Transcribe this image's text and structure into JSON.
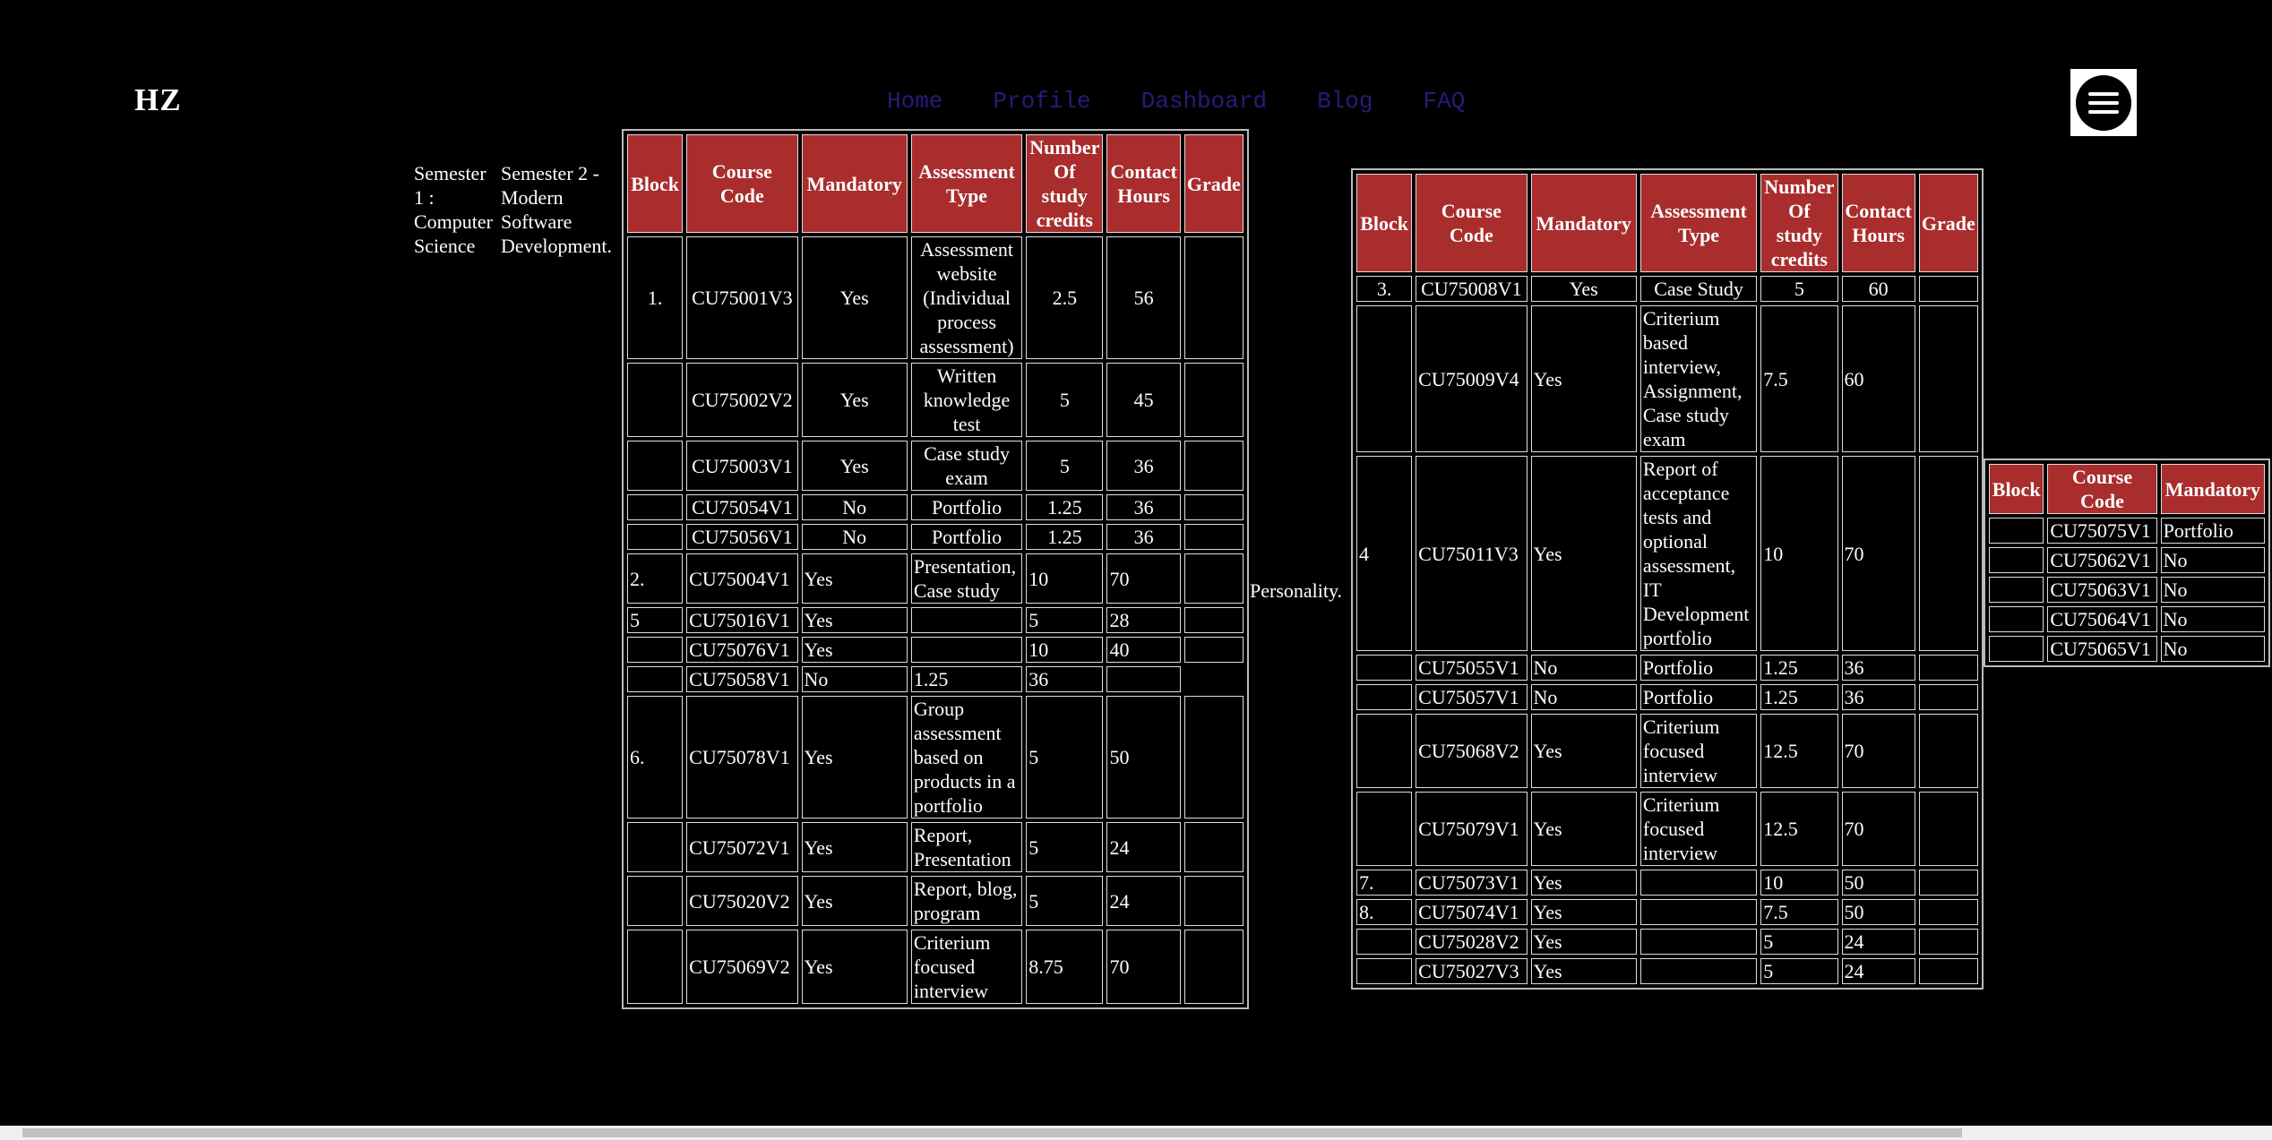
{
  "logo": "HZ",
  "nav": [
    "Home",
    "Profile",
    "Dashboard",
    "Blog",
    "FAQ"
  ],
  "semester1_label": [
    "Semester",
    "1 :",
    "Computer",
    "Science"
  ],
  "semester2_label": [
    "Semester 2 -",
    "Modern",
    "Software",
    "Development."
  ],
  "personality": "Personality.",
  "headers": [
    "Block",
    "Course Code",
    "Mandatory",
    "Assessment Type",
    "Number Of study credits",
    "Contact Hours",
    "Grade"
  ],
  "table1": [
    [
      "1.",
      "CU75001V3",
      "Yes",
      "Assessment website (Individual process assessment)",
      "2.5",
      "56",
      ""
    ],
    [
      "",
      "CU75002V2",
      "Yes",
      "Written knowledge test",
      "5",
      "45",
      ""
    ],
    [
      "",
      "CU75003V1",
      "Yes",
      "Case study exam",
      "5",
      "36",
      ""
    ],
    [
      "",
      "CU75054V1",
      "No",
      "Portfolio",
      "1.25",
      "36",
      ""
    ],
    [
      "",
      "CU75056V1",
      "No",
      "Portfolio",
      "1.25",
      "36",
      ""
    ],
    [
      "2.",
      "CU75004V1",
      "Yes",
      "Presentation, Case study",
      "10",
      "70",
      ""
    ],
    [
      "5",
      "CU75016V1",
      "Yes",
      "",
      "5",
      "28",
      ""
    ],
    [
      "",
      "CU75076V1",
      "Yes",
      "",
      "10",
      "40",
      ""
    ],
    [
      "",
      "CU75058V1",
      "No",
      "1.25",
      "36",
      ""
    ],
    [
      "6.",
      "CU75078V1",
      "Yes",
      "Group assessment based on products in a portfolio",
      "5",
      "50",
      ""
    ],
    [
      "",
      "CU75072V1",
      "Yes",
      "Report, Presentation",
      "5",
      "24",
      ""
    ],
    [
      "",
      "CU75020V2",
      "Yes",
      "Report, blog, program",
      "5",
      "24",
      ""
    ],
    [
      "",
      "CU75069V2",
      "Yes",
      "Criterium focused interview",
      "8.75",
      "70",
      ""
    ]
  ],
  "table2": [
    [
      "3.",
      "CU75008V1",
      "Yes",
      "Case Study",
      "5",
      "60",
      ""
    ],
    [
      "",
      "CU75009V4",
      "Yes",
      "Criterium based interview, Assignment, Case study exam",
      "7.5",
      "60",
      ""
    ],
    [
      "4",
      "CU75011V3",
      "Yes",
      "Report of acceptance tests and optional assessment, IT Development portfolio",
      "10",
      "70",
      ""
    ],
    [
      "",
      "CU75055V1",
      "No",
      "Portfolio",
      "1.25",
      "36",
      ""
    ],
    [
      "",
      "CU75057V1",
      "No",
      "Portfolio",
      "1.25",
      "36",
      ""
    ],
    [
      "",
      "CU75068V2",
      "Yes",
      "Criterium focused interview",
      "12.5",
      "70",
      ""
    ],
    [
      "",
      "CU75079V1",
      "Yes",
      "Criterium focused interview",
      "12.5",
      "70",
      ""
    ],
    [
      "7.",
      "CU75073V1",
      "Yes",
      "",
      "10",
      "50",
      ""
    ],
    [
      "8.",
      "CU75074V1",
      "Yes",
      "",
      "7.5",
      "50",
      ""
    ],
    [
      "",
      "CU75028V2",
      "Yes",
      "",
      "5",
      "24",
      ""
    ],
    [
      "",
      "CU75027V3",
      "Yes",
      "",
      "5",
      "24",
      ""
    ]
  ],
  "table3_headers": [
    "Block",
    "Course Code",
    "Mandatory"
  ],
  "table3": [
    [
      "",
      "CU75075V1",
      "Portfolio"
    ],
    [
      "",
      "CU75062V1",
      "No"
    ],
    [
      "",
      "CU75063V1",
      "No"
    ],
    [
      "",
      "CU75064V1",
      "No"
    ],
    [
      "",
      "CU75065V1",
      "No"
    ]
  ]
}
